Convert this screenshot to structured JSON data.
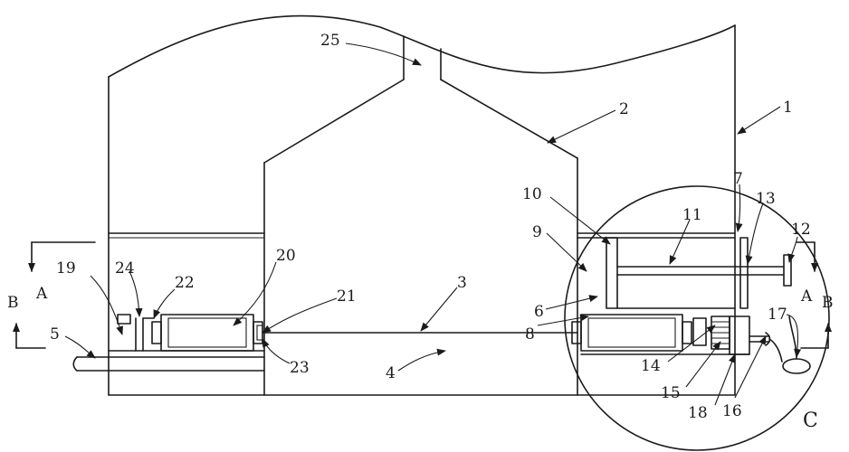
{
  "diagram": {
    "labels": {
      "n1": "1",
      "n2": "2",
      "n3": "3",
      "n4": "4",
      "n5": "5",
      "n6": "6",
      "n7": "7",
      "n8": "8",
      "n9": "9",
      "n10": "10",
      "n11": "11",
      "n12": "12",
      "n13": "13",
      "n14": "14",
      "n15": "15",
      "n16": "16",
      "n17": "17",
      "n18": "18",
      "n19": "19",
      "n20": "20",
      "n21": "21",
      "n22": "22",
      "n23": "23",
      "n24": "24",
      "n25": "25"
    },
    "section_marks": {
      "a_left": "A",
      "a_right": "A",
      "b_left": "B",
      "b_right": "B",
      "detail": "C"
    }
  }
}
